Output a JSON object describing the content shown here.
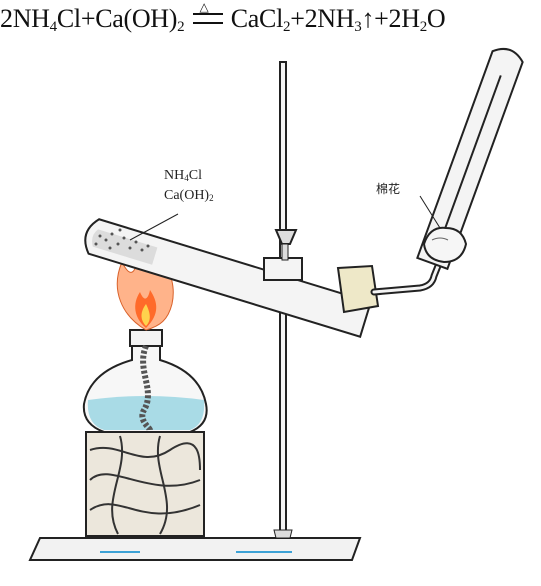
{
  "equation": {
    "lhs_1": "2NH",
    "lhs_1_sub": "4",
    "lhs_2": "Cl+Ca(OH)",
    "lhs_2_sub": "2",
    "heat_symbol": "△",
    "rhs_1": "CaCl",
    "rhs_1_sub": "2",
    "rhs_2": "+2NH",
    "rhs_2_sub": "3",
    "rhs_3": "↑+2H",
    "rhs_3_sub": "2",
    "rhs_4": "O"
  },
  "labels": {
    "reagent_1": "NH",
    "reagent_1_sub": "4",
    "reagent_1_tail": "Cl",
    "reagent_2": "Ca(OH)",
    "reagent_2_sub": "2",
    "cotton": "棉花"
  },
  "colors": {
    "ink": "#1a1a1a",
    "glass": "#f4f4f4",
    "liquid": "#a9dbe6",
    "flame_outer": "#ffb38a",
    "flame_inner": "#ff6a2a",
    "flame_core": "#ffd24d",
    "wood": "#ece7dc",
    "base": "#f2f2f2",
    "accent_blue": "#3da2d6"
  }
}
